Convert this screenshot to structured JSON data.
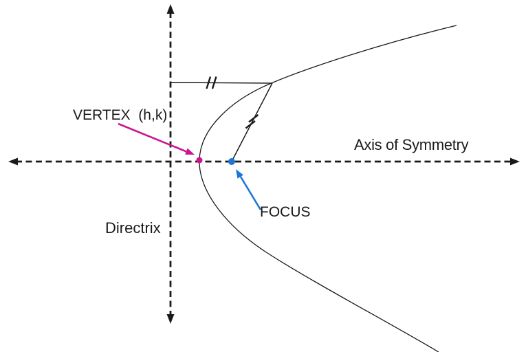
{
  "diagram": {
    "labels": {
      "vertex": "VERTEX  (h,k)",
      "axis_of_symmetry": "Axis of Symmetry",
      "focus": "FOCUS",
      "directrix": "Directrix"
    },
    "colors": {
      "line": "#1a1a1a",
      "vertex_accent": "#cb1590",
      "focus_accent": "#1b76d6"
    }
  }
}
